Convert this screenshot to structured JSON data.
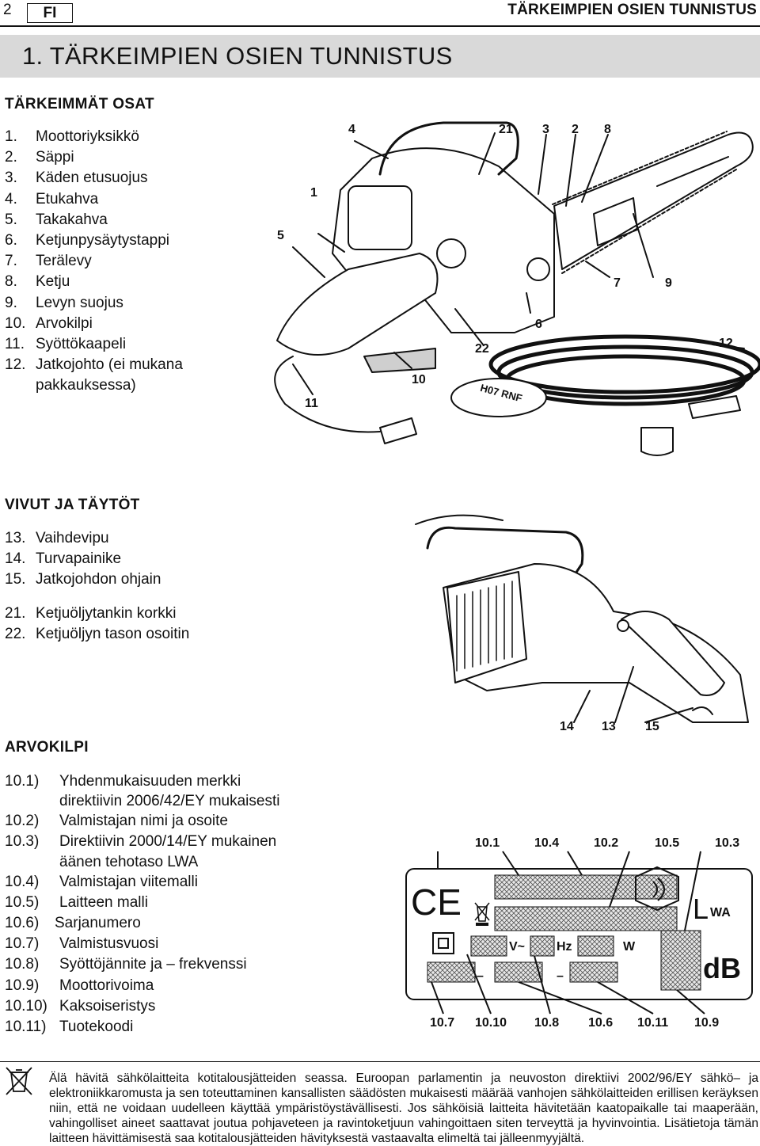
{
  "header": {
    "page_number": "2",
    "language": "FI",
    "running_title": "TÄRKEIMPIEN OSIEN TUNNISTUS"
  },
  "title": "1. TÄRKEIMPIEN OSIEN TUNNISTUS",
  "main_parts": {
    "heading": "TÄRKEIMMÄT OSAT",
    "items": [
      {
        "num": "1.",
        "text": "Moottoriyksikkö"
      },
      {
        "num": "2.",
        "text": "Säppi"
      },
      {
        "num": "3.",
        "text": "Käden etusuojus"
      },
      {
        "num": "4.",
        "text": "Etukahva"
      },
      {
        "num": "5.",
        "text": "Takakahva"
      },
      {
        "num": "6.",
        "text": "Ketjunpysäytystappi"
      },
      {
        "num": "7.",
        "text": "Terälevy"
      },
      {
        "num": "8.",
        "text": "Ketju"
      },
      {
        "num": "9.",
        "text": "Levyn suojus"
      },
      {
        "num": "10.",
        "text": "Arvokilpi"
      },
      {
        "num": "11.",
        "text": "Syöttökaapeli"
      },
      {
        "num": "12.",
        "text": "Jatkojohto (ei mukana"
      }
    ],
    "item_12_cont": "pakkauksessa)"
  },
  "controls": {
    "heading": "VIVUT JA TÄYTÖT",
    "items": [
      {
        "num": "13.",
        "text": "Vaihdevipu"
      },
      {
        "num": "14.",
        "text": "Turvapainike"
      },
      {
        "num": "15.",
        "text": "Jatkojohdon ohjain"
      }
    ],
    "items2": [
      {
        "num": "21.",
        "text": "Ketjuöljytankin korkki"
      },
      {
        "num": "22.",
        "text": "Ketjuöljyn tason osoitin"
      }
    ]
  },
  "rating_plate": {
    "heading": "ARVOKILPI",
    "items": [
      {
        "num": "10.1)",
        "text": "Yhdenmukaisuuden merkki"
      },
      {
        "num": "",
        "text": "direktiivin 2006/42/EY mukaisesti"
      },
      {
        "num": "10.2)",
        "text": "Valmistajan nimi ja osoite"
      },
      {
        "num": "10.3)",
        "text": "Direktiivin 2000/14/EY mukainen"
      },
      {
        "num": "",
        "text": "äänen tehotaso LWA"
      },
      {
        "num": "10.4)",
        "text": "Valmistajan viitemalli"
      },
      {
        "num": "10.5)",
        "text": "Laitteen malli"
      },
      {
        "num": "10.6)",
        "text": "Sarjanumero"
      },
      {
        "num": "10.7)",
        "text": "Valmistusvuosi"
      },
      {
        "num": "10.8)",
        "text": "Syöttöjännite ja – frekvenssi"
      },
      {
        "num": "10.9)",
        "text": "Moottorivoima"
      },
      {
        "num": "10.10)",
        "text": "Kaksoiseristys"
      },
      {
        "num": "10.11)",
        "text": "Tuotekoodi"
      }
    ]
  },
  "diagram1_labels": {
    "l1": "1",
    "l2": "2",
    "l3": "3",
    "l4": "4",
    "l5": "5",
    "l6": "6",
    "l7": "7",
    "l8": "8",
    "l9": "9",
    "l10": "10",
    "l11": "11",
    "l12": "12",
    "l21": "21",
    "l22": "22",
    "cable": "H07 RNF"
  },
  "diagram2_labels": {
    "l14": "14",
    "l13": "13",
    "l15": "15"
  },
  "plate_labels": {
    "top": [
      "10.1",
      "10.4",
      "10.2",
      "10.5",
      "10.3"
    ],
    "bottom": [
      "10.7",
      "10.10",
      "10.8",
      "10.6",
      "10.11",
      "10.9"
    ],
    "ce": "CE",
    "lwa_l": "L",
    "lwa_sub": "WA",
    "db": "dB",
    "volt": "V~",
    "hz": "Hz",
    "watt": "W",
    "dash1": "–",
    "dash2": "–"
  },
  "footer": {
    "text": "Älä hävitä sähkölaitteita kotitalousjätteiden seassa. Euroopan parlamentin ja neuvoston direktiivi 2002/96/EY sähkö– ja elektroniikkaromusta ja sen toteuttaminen kansallisten säädösten mukaisesti määrää vanhojen sähkölaitteiden erillisen keräyksen niin, että ne voidaan uudelleen käyttää ympäristöystävällisesti. Jos sähköisiä laitteita hävitetään kaatopaikalle tai maaperään, vahingolliset aineet saattavat joutua pohjaveteen ja ravintoketjuun vahingoittaen siten terveyttä ja hyvinvointia. Lisätietoja tämän laitteen hävittämisestä saa kotitalousjätteiden hävityksestä vastaavalta elimeltä tai jälleenmyyjältä."
  }
}
